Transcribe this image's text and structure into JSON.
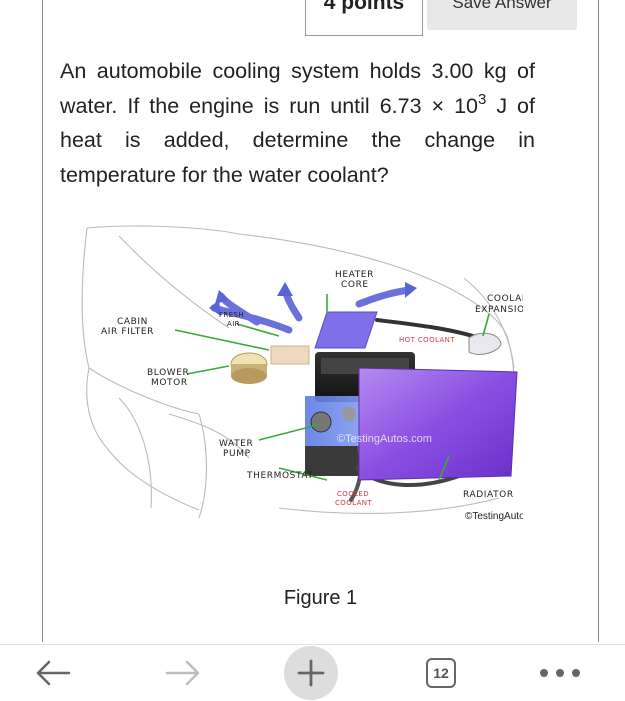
{
  "header": {
    "points_label": "4 points",
    "save_label": "Save Answer"
  },
  "question": {
    "part1": "An automobile cooling system holds 3.00 kg of water. If the engine is run until 6.73 × 10",
    "exponent": "3",
    "part2": " J of heat is added, determine the change in temperature for the water coolant?"
  },
  "figure": {
    "labels": {
      "heater_core_1": "HEATER",
      "heater_core_2": "CORE",
      "coolant_tank_1": "COOLANT",
      "coolant_tank_2": "EXPANSION TANK",
      "cabin_filter_1": "CABIN",
      "cabin_filter_2": "AIR FILTER",
      "fresh_air_1": "FRESH",
      "fresh_air_2": "AIR",
      "hot_coolant": "HOT COOLANT",
      "blower_motor_1": "BLOWER",
      "blower_motor_2": "MOTOR",
      "water_pump_1": "WATER",
      "water_pump_2": "PUMP",
      "thermostat": "THERMOSTAT",
      "cooled_coolant_1": "COOLED",
      "cooled_coolant_2": "COOLANT",
      "radiator": "RADIATOR",
      "watermark": "©TestingAutos.com",
      "copyright": "©TestingAutos.com"
    },
    "caption": "Figure 1"
  },
  "bottom_nav": {
    "tab_count": "12",
    "icons": [
      "back-arrow-icon",
      "forward-arrow-icon",
      "plus-icon",
      "tabs-icon",
      "more-icon"
    ]
  },
  "colors": {
    "arrow_green": "#3aa83a",
    "air_blue": "#5a62d8",
    "radiator_purple": "#8d4fe0",
    "hot_coolant_red": "#d23a3a"
  }
}
